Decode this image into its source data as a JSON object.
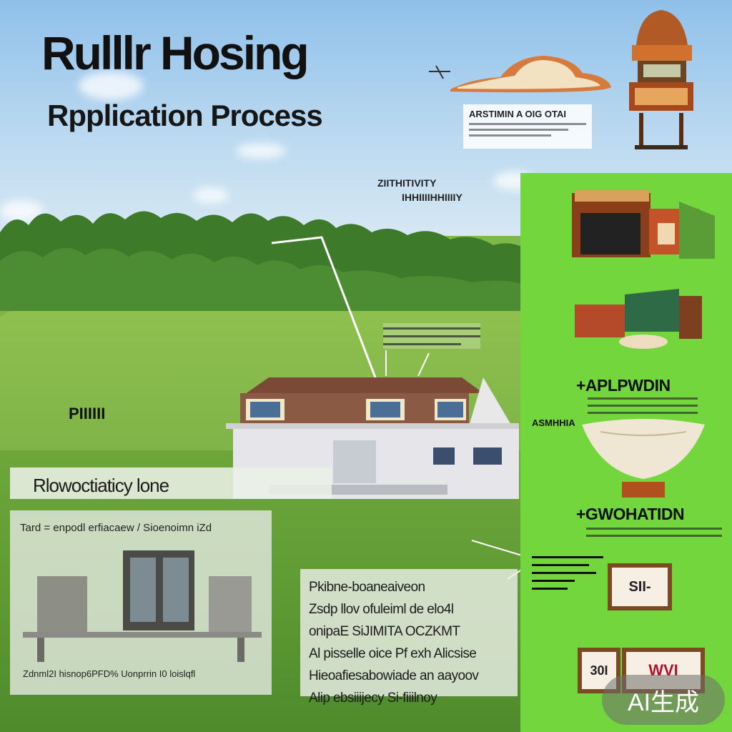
{
  "header": {
    "title_line1": "Rulllr Hosing",
    "title_line2": "Rpplication Process"
  },
  "callouts": {
    "top_right": "ARSTIMIN A OIG OTAI",
    "sky_label_1": "ZIITHITIVITY",
    "sky_label_2": "IHHIIIIHHIIIIY",
    "meadow_label": "PIIIIII"
  },
  "right_panel": {
    "heading_1": "+APLPWDIN",
    "heading_2": "+GWOHATIDN",
    "side_note": "ASMHHIA",
    "sign_1": "SII-",
    "sign_2a": "30I",
    "sign_2b": "WVI"
  },
  "overlay_label": "Rlowoctiaticy lone",
  "interior_card": {
    "caption": "Tard = enpodl erfiacaew / Sioenoimn iZd",
    "footer": "Zdnml2I hisnop6PFD% Uonprrin I0 loislqfl"
  },
  "text_card": {
    "lines": [
      "Pkibne-boaneaiveon",
      "Zsdp llov ofuleiml de elo4l",
      "onipaE SiJIMITA OCZKMT",
      "Al pisselle oice Pf exh Alicsise",
      "Hieoafiesabowiade an aayoov",
      "Alip ebsiiijecy Si-fiiilnoy"
    ]
  },
  "badge": "AI生成",
  "colors": {
    "panel_green": "#73d63d",
    "meadow_green": "#6fa83c",
    "sky_blue": "#8fc0ea"
  }
}
